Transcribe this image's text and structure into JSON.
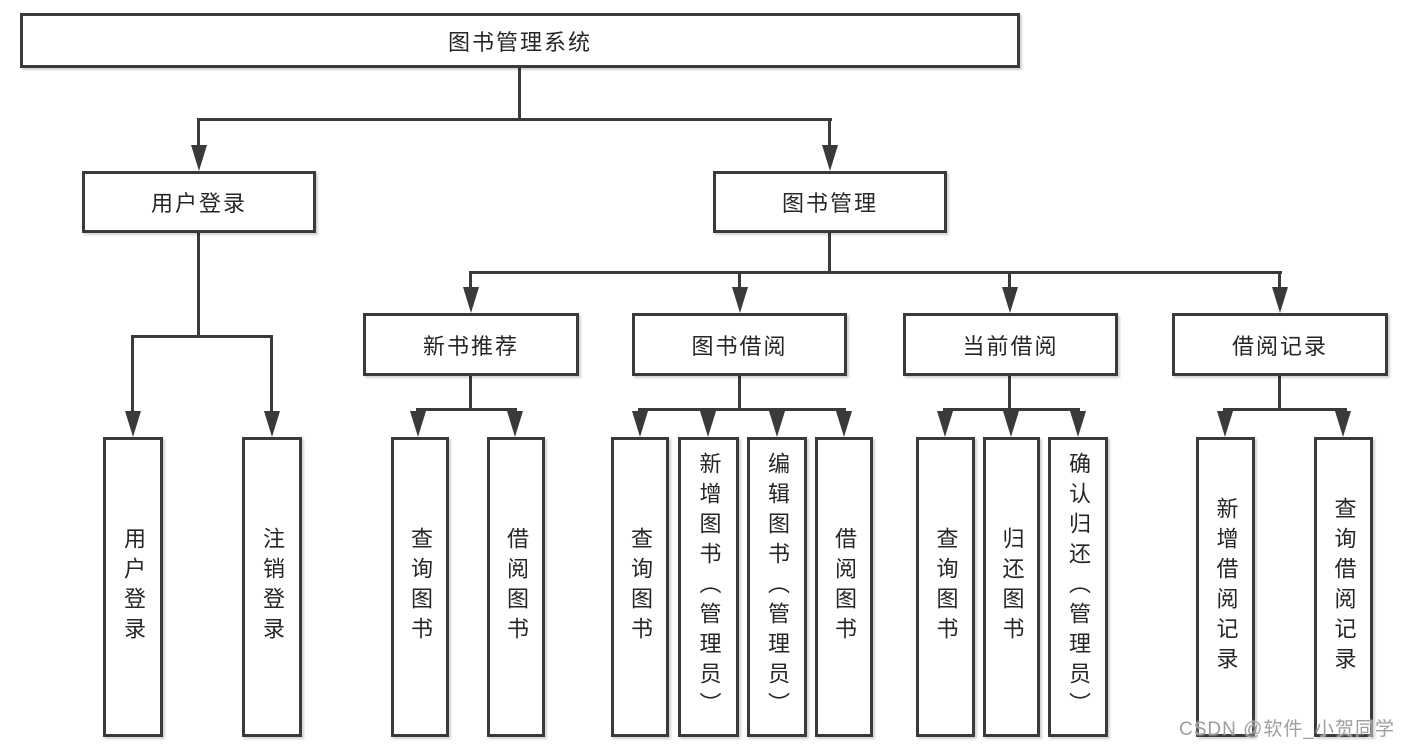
{
  "tree": {
    "label": "图书管理系统",
    "children": [
      {
        "label": "用户登录",
        "children": [
          {
            "label": "用户登录"
          },
          {
            "label": "注销登录"
          }
        ]
      },
      {
        "label": "图书管理",
        "children": [
          {
            "label": "新书推荐",
            "children": [
              {
                "label": "查询图书"
              },
              {
                "label": "借阅图书"
              }
            ]
          },
          {
            "label": "图书借阅",
            "children": [
              {
                "label": "查询图书"
              },
              {
                "label": "新增图书（管理员）"
              },
              {
                "label": "编辑图书（管理员）"
              },
              {
                "label": "借阅图书"
              }
            ]
          },
          {
            "label": "当前借阅",
            "children": [
              {
                "label": "查询图书"
              },
              {
                "label": "归还图书"
              },
              {
                "label": "确认归还（管理员）"
              }
            ]
          },
          {
            "label": "借阅记录",
            "children": [
              {
                "label": "新增借阅记录"
              },
              {
                "label": "查询借阅记录"
              }
            ]
          }
        ]
      }
    ]
  },
  "watermark": {
    "text": "CSDN @软件_小贺同学"
  },
  "colors": {
    "line": "#3a3a3a",
    "box_border": "#3a3a3a",
    "box_background": "#ffffff",
    "text": "#262626",
    "watermark": "#9e9e9e",
    "page_background": "#ffffff"
  }
}
